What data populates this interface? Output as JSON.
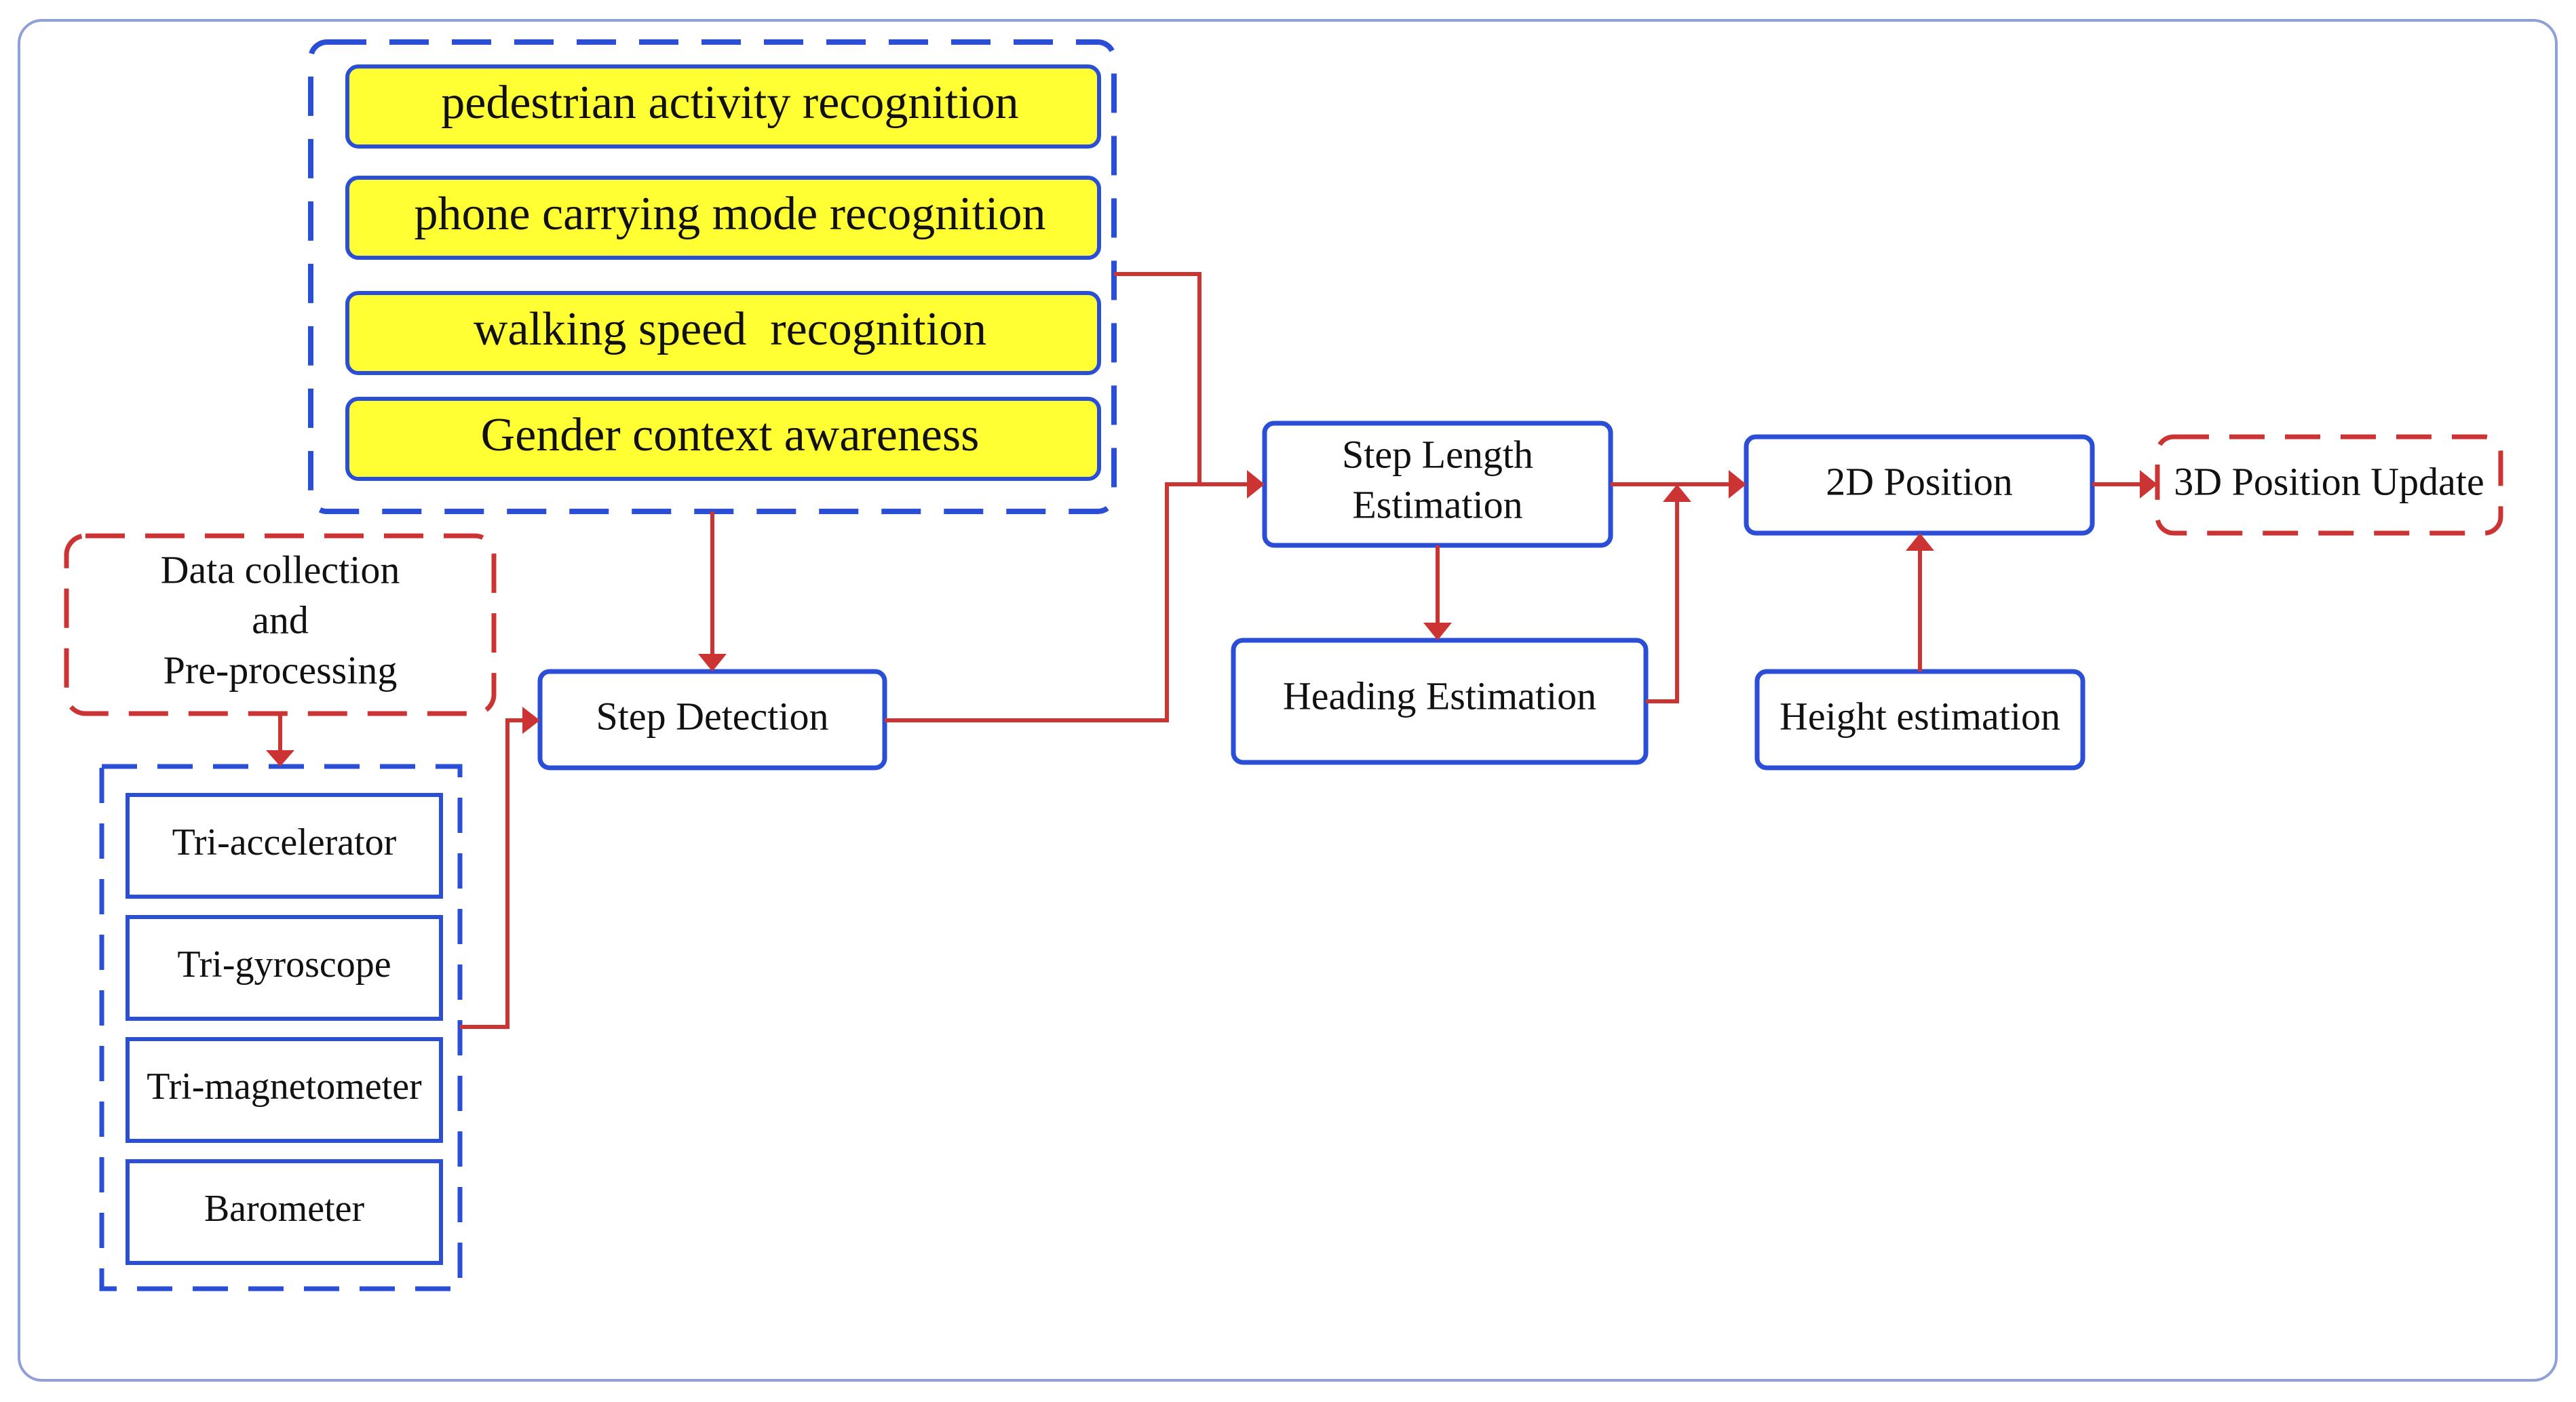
{
  "colors": {
    "blue": "#2a4ed6",
    "red": "#cc3333",
    "yellow": "#ffff33",
    "frame": "#8fa0d8",
    "text": "#111111"
  },
  "context": {
    "activity": "pedestrian activity recognition",
    "carrying": "phone carrying mode recognition",
    "speed": "walking speed  recognition",
    "gender": "Gender context awareness"
  },
  "data_collection": {
    "line1": "Data collection",
    "line2": "and",
    "line3": "Pre-processing"
  },
  "sensors": {
    "accelerator": "Tri-accelerator",
    "gyroscope": "Tri-gyroscope",
    "magnetometer": "Tri-magnetometer",
    "barometer": "Barometer"
  },
  "processing": {
    "step_detection": "Step Detection",
    "step_length_line1": "Step Length",
    "step_length_line2": "Estimation",
    "heading": "Heading Estimation",
    "position_2d": "2D Position",
    "height": "Height estimation",
    "position_3d": "3D Position Update"
  }
}
